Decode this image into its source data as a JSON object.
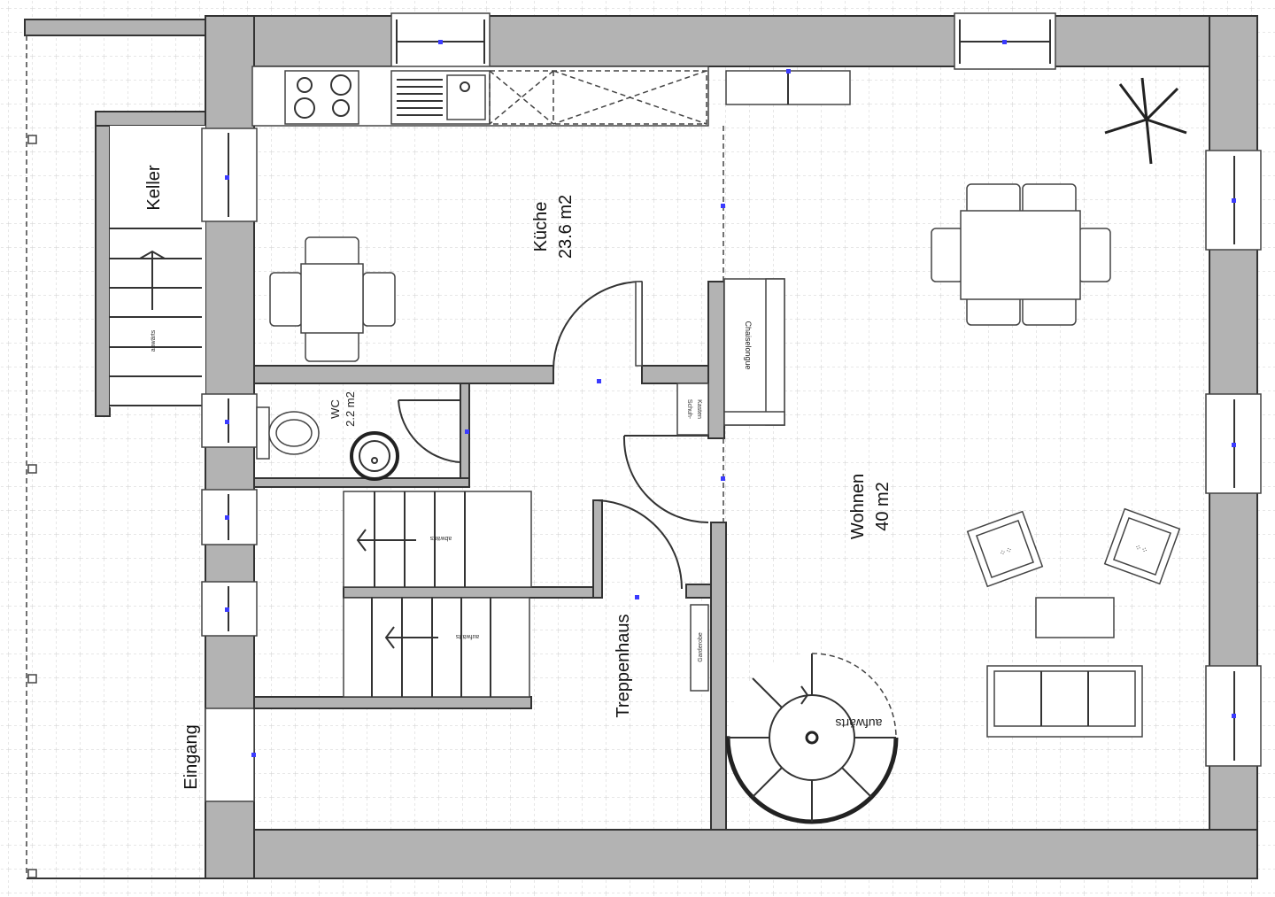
{
  "rooms": {
    "keller": {
      "name": "Keller",
      "stair_label": "abwärts"
    },
    "kueche": {
      "name": "Küche",
      "area": "23.6 m2"
    },
    "wc": {
      "name": "WC",
      "area": "2.2 m2"
    },
    "wohnen": {
      "name": "Wohnen",
      "area": "40 m2"
    },
    "treppenhaus": {
      "name": "Treppenhaus",
      "stair_down_label": "abwärts",
      "stair_up_label": "aufwärts"
    },
    "eingang": {
      "name": "Eingang"
    }
  },
  "furniture": {
    "chaiselongue": "Chaiselongue",
    "schuhkasten_1": "Schuh-",
    "schuhkasten_2": "Kasten",
    "garderobe": "Garderobe",
    "spiral_stair_label": "aufwärts"
  },
  "colors": {
    "wall": "#b3b3b3",
    "grid": "#cfcfcf",
    "marker": "#3b3bff"
  }
}
